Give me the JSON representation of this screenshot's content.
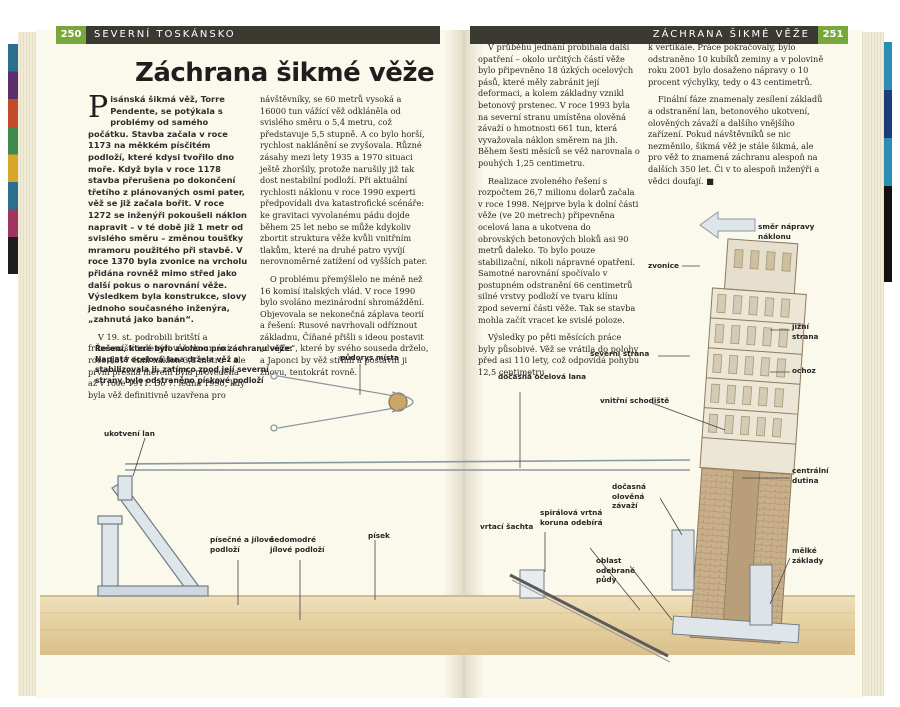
{
  "left_page": {
    "page_number": "250",
    "section_title": "SEVERNÍ TOSKÁNSKO",
    "article_title": "Záchrana šikmé věže",
    "lead_dropcap": "P",
    "lead_text": "isánská šikmá věž, Torre Pendente, se potýkala s problémy od samého počátku. Stavba začala v roce 1173 na měkkém písčitém podloží, které kdysi tvořilo dno moře. Když byla v roce 1178 stavba přerušena po dokončení třetího z plánovaných osmi pater, věž se již začala bořit. V roce 1272 se inženýři pokoušeli náklon napravit – v té době již 1 metr od svislého směru – změnou toušťky mramoru použitého při stavbě. V roce 1370 byla zvonice na vrcholu přidána rovněž mimo střed jako další pokus o narovnání věže. Výsledkem byla konstrukce, slovy jednoho současného inženýra, „zahnutá jako banán“.",
    "col1_p2": "V 19. st. podrobili britští a francouzští inženýři věž zkoumání – v roce 1817 činil náklon 3,8 metru – ale první přesná měření byla provedena až v roce 1911. Do 7. ledna 1990, kdy byla věž definitivně uzavřena pro",
    "col2_p1": "návštěvníky, se 60 metrů vysoká a 16000 tun vážící věž odkláněla od svislého směru o 5,4 metru, což představuje 5,5 stupně. A co bylo horší, rychlost naklánění se zvyšovala. Různé zásahy mezi lety 1935 a 1970 situaci ještě zhoršily, protože narušily již tak dost nestabilní podloží. Při aktuální rychlosti náklonu v roce 1990 experti předpovídali dva katastrofické scénáře: ke gravitaci vyvolanému pádu dojde během 25 let nebo se může kdykoliv zbortit struktura věže kvůli vnitřním tlakům, které na druhé patro vyvíjí nerovnoměrné zatížení od vyšších pater.",
    "col2_p2": "O problému přemýšlelo ne méně než 16 komisí italských vlád. V roce 1990 bylo svoláno mezinárodní shromáždění. Objevovala se nekonečná záplava teorií a řešení: Rusové navrhovali odříznout základnu, Číňané přišli s ideou postavit „dvojče“, které by svého souseda drželo, a Japonci by věž střihli a postavili ji znovu, tentokrát rovně.",
    "caption": "Řešení, které bylo zvoleno pro záchranu věže: Napjatá ocelová lana držela věž a stabilizovala ji, zatímco zpod její severní strany bylo odstraněno pískové podloží",
    "labels": {
      "pudorys": "půdorys místa",
      "ukotveni": "ukotvení lan",
      "pisecne": "písečné a jílové podloží",
      "sedomodre": "šedomodré jílové podloží",
      "pisek": "písek"
    }
  },
  "right_page": {
    "page_number": "251",
    "section_title": "ZÁCHRANA ŠIKMÉ VĚŽE",
    "col1_p1": "V průběhu jednání probíhala další opatření – okolo určitých částí věže bylo připevněno 18 úzkých ocelových pásů, které měly zabránit její deformaci, a kolem základny vznikl betonový prstenec. V roce 1993 byla na severní stranu umístěna olověná závaží o hmotnosti 661 tun, která vyvažovala náklon směrem na jih. Během šesti měsíců se věž narovnala o pouhých 1,25 centimetru.",
    "col1_p2": "Realizace zvoleného řešení s rozpočtem 26,7 milionu dolarů začala v roce 1998. Nejprve byla k dolní části věže (ve 20 metrech) připevněna ocelová lana a ukotvena do obrovských betonových bloků asi 90 metrů daleko. To bylo pouze stabilizační, nikoli nápravné opatření. Samotné narovnání spočívalo v postupném odstranění 66 centimetrů silné vrstvy podloží ve tvaru klínu zpod severní části věže. Tak se stavba mohla začít vracet ke svislé poloze.",
    "col1_p3": "Výsledky po pěti měsících práce byly působivé. Věž se vrátila do polohy před asi 110 lety, což odpovídá pohybu 12,5 centimetru",
    "col2_p1": "k vertikále. Práce pokračovaly, bylo odstraněno 10 kubíků zeminy a v polovině roku 2001 bylo dosaženo nápravy o 10 procent výchylky, tedy o 43 centimetrů.",
    "col2_p2": "Finální fáze znamenaly zesílení základů a odstranění lan, betonového ukotvení, olověných závaží a dalšího vnějšího zařízení. Pokud návštěvníků se nic nezměnilo, šikmá věž je stále šikmá, ale pro věž to znamená záchranu alespoň na dalších 350 let. Či v to alespoň inženýři a vědci doufají. ■",
    "labels": {
      "smer": "směr nápravy náklonu",
      "zvonice": "zvonice",
      "jizni": "jižní strana",
      "severni": "severní strana",
      "ochoz": "ochoz",
      "docasna": "dočasná ocelová lana",
      "schodiste": "vnitřní schodiště",
      "dutina": "centrální dutina",
      "zavazi": "dočasná olověná závaží",
      "spiralova": "spirálová vrtná koruna odebírá",
      "vrtaci": "vrtací šachta",
      "oblast": "oblast odebrané půdy",
      "melke": "mělké základy"
    }
  }
}
